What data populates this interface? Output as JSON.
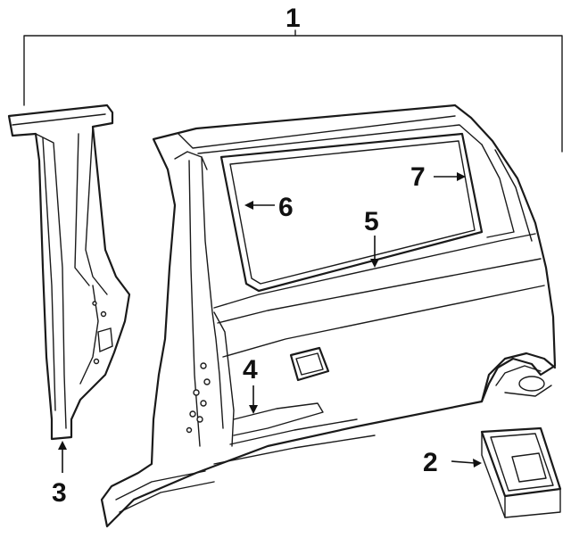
{
  "callouts": [
    {
      "id": "1",
      "text": "1"
    },
    {
      "id": "2",
      "text": "2"
    },
    {
      "id": "3",
      "text": "3"
    },
    {
      "id": "4",
      "text": "4"
    },
    {
      "id": "5",
      "text": "5"
    },
    {
      "id": "6",
      "text": "6"
    },
    {
      "id": "7",
      "text": "7"
    }
  ],
  "colors": {
    "line": "#1a1a1a",
    "background": "#ffffff"
  }
}
